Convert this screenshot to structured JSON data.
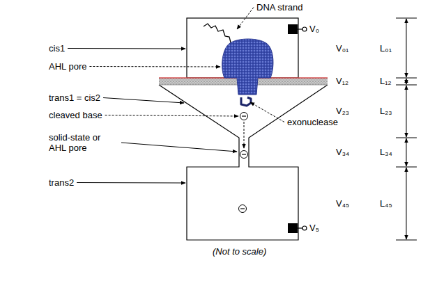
{
  "diagram": {
    "labels": [
      "DNA strand",
      "cis1",
      "AHL pore",
      "trans1 = cis2",
      "cleaved base",
      "exonuclease",
      "solid-state or AHL pore",
      "trans2",
      "(Not to scale)",
      "V₀",
      "V₅",
      "V₀₁",
      "L₀₁",
      "V₁₂",
      "L₁₂",
      "V₂₃",
      "L₂₃",
      "V₃₄",
      "L₃₄",
      "V₄₅",
      "L₄₅"
    ]
  }
}
